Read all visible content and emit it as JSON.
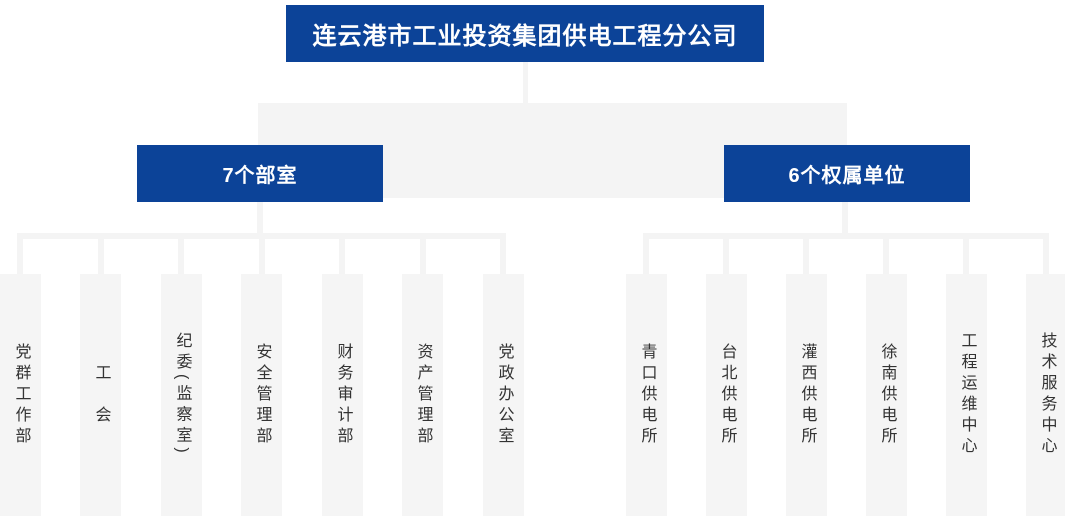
{
  "org_chart": {
    "type": "org-tree",
    "root": {
      "label": "连云港市工业投资集团供电工程分公司"
    },
    "groups": [
      {
        "label": "7个部室",
        "children": [
          "党群工作部",
          "工　会",
          "纪委(监察室)",
          "安全管理部",
          "财务审计部",
          "资产管理部",
          "党政办公室"
        ]
      },
      {
        "label": "6个权属单位",
        "children": [
          "青口供电所",
          "台北供电所",
          "灌西供电所",
          "徐南供电所",
          "工程运维中心",
          "技术服务中心"
        ]
      }
    ],
    "colors": {
      "node_blue": "#0c4398",
      "node_text": "#ffffff",
      "connector_gray": "#f4f4f4",
      "leaf_background": "#f5f5f5",
      "leaf_text": "#333333",
      "page_background": "#ffffff"
    }
  }
}
